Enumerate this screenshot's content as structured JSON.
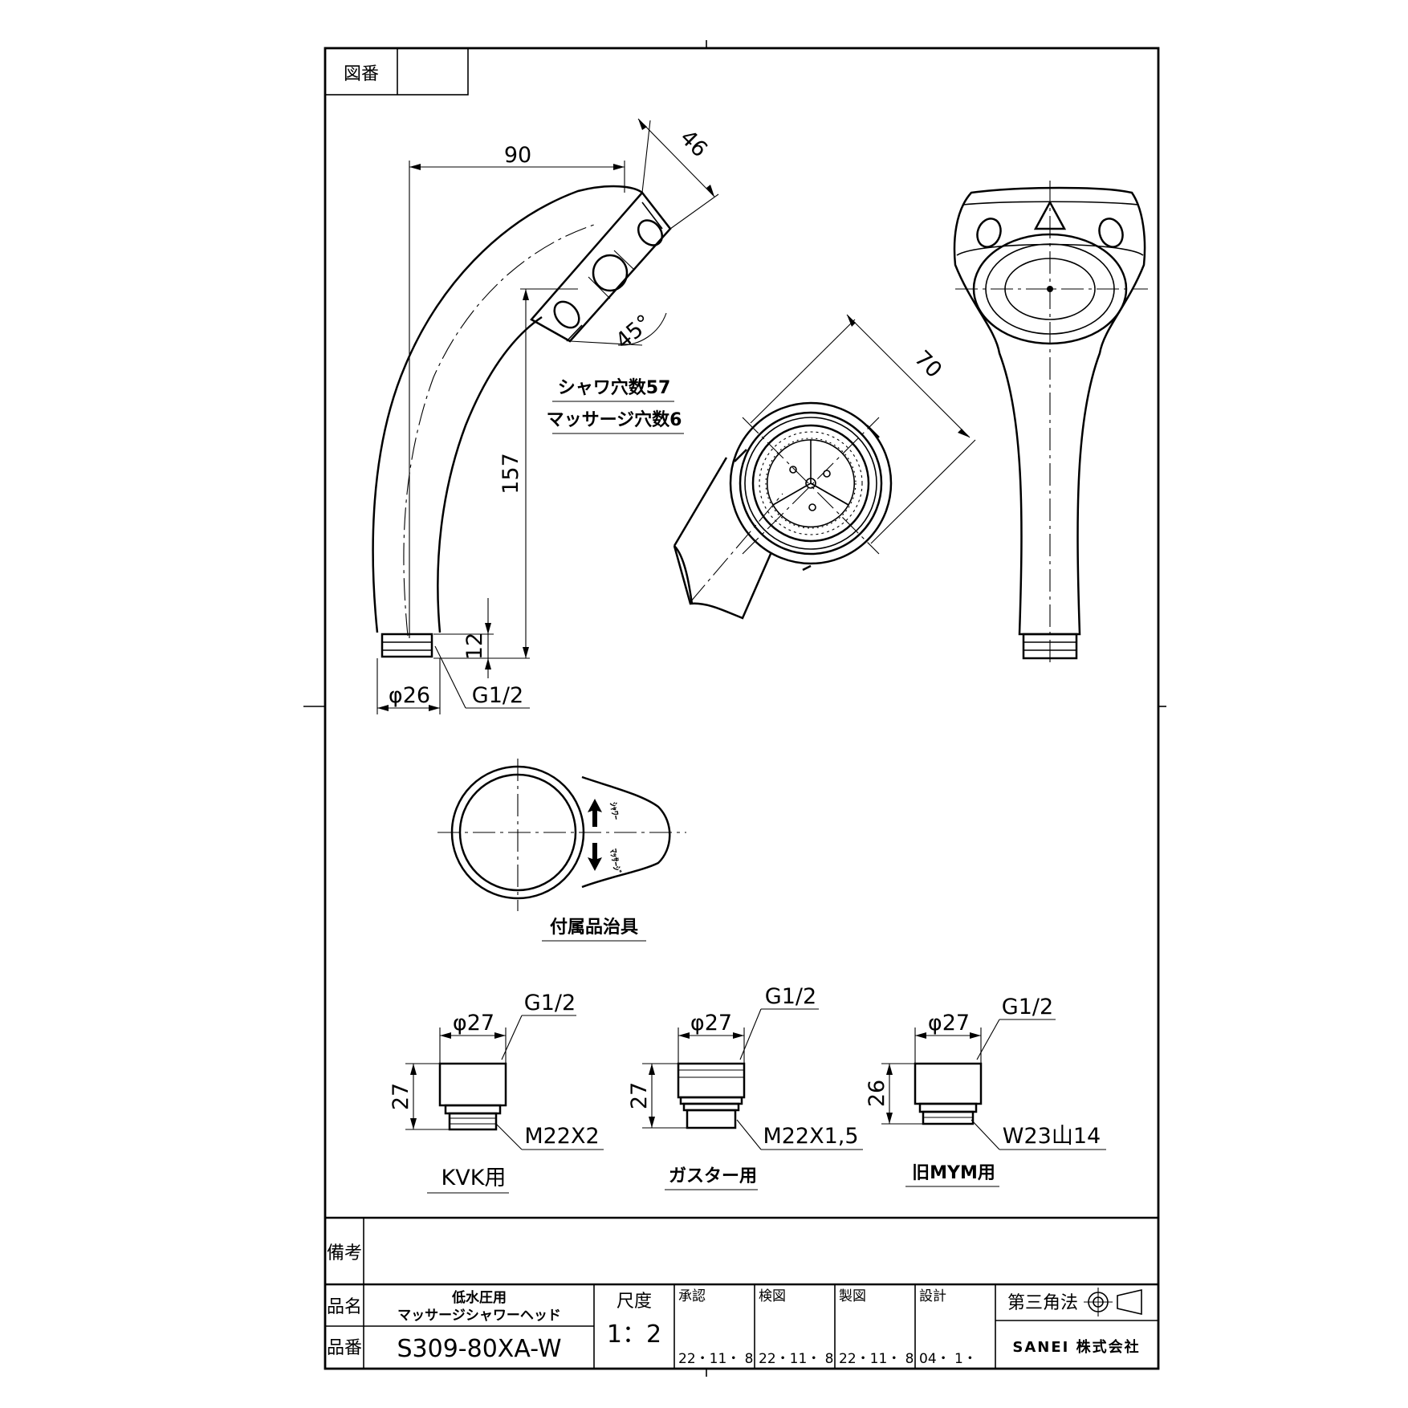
{
  "sheet": {
    "drawing_no_label": "図番",
    "drawing_no_value": ""
  },
  "side_view": {
    "dim_width": "90",
    "dim_head": "46",
    "dim_height": "157",
    "dim_angle": "45°",
    "dim_thread_len": "12",
    "dim_dia": "φ26",
    "thread": "G1/2"
  },
  "notes": {
    "shower_holes": "シャワ穴数57",
    "massage_holes": "マッサージ穴数6"
  },
  "face_view": {
    "dim_dia": "70"
  },
  "tool": {
    "label": "付属品治具",
    "arrow_up_text": "ｼｬﾜｰ",
    "arrow_down_text": "ﾏｯｻｰｼﾞ"
  },
  "adapters": [
    {
      "dia": "φ27",
      "thread": "G1/2",
      "height": "27",
      "spec": "M22X2",
      "label": "KVK用"
    },
    {
      "dia": "φ27",
      "thread": "G1/2",
      "height": "27",
      "spec": "M22X1,5",
      "label": "ガスター用"
    },
    {
      "dia": "φ27",
      "thread": "G1/2",
      "height": "26",
      "spec": "W23山14",
      "label": "旧MYM用"
    }
  ],
  "title_block": {
    "remarks_label": "備考",
    "remarks_value": "",
    "name_label": "品名",
    "name_line1": "低水圧用",
    "name_line2": "マッサージシャワーヘッド",
    "part_label": "品番",
    "part_no": "S309-80XA-W",
    "scale_label": "尺度",
    "scale": "1：2",
    "approved_label": "承認",
    "approved_date": "22・11・ 8",
    "checked_label": "検図",
    "checked_date": "22・11・ 8",
    "drawn_label": "製図",
    "drawn_date": "22・11・ 8",
    "design_label": "設計",
    "design_date": "04・ 1・",
    "projection": "第三角法",
    "company": "SANEI 株式会社"
  }
}
